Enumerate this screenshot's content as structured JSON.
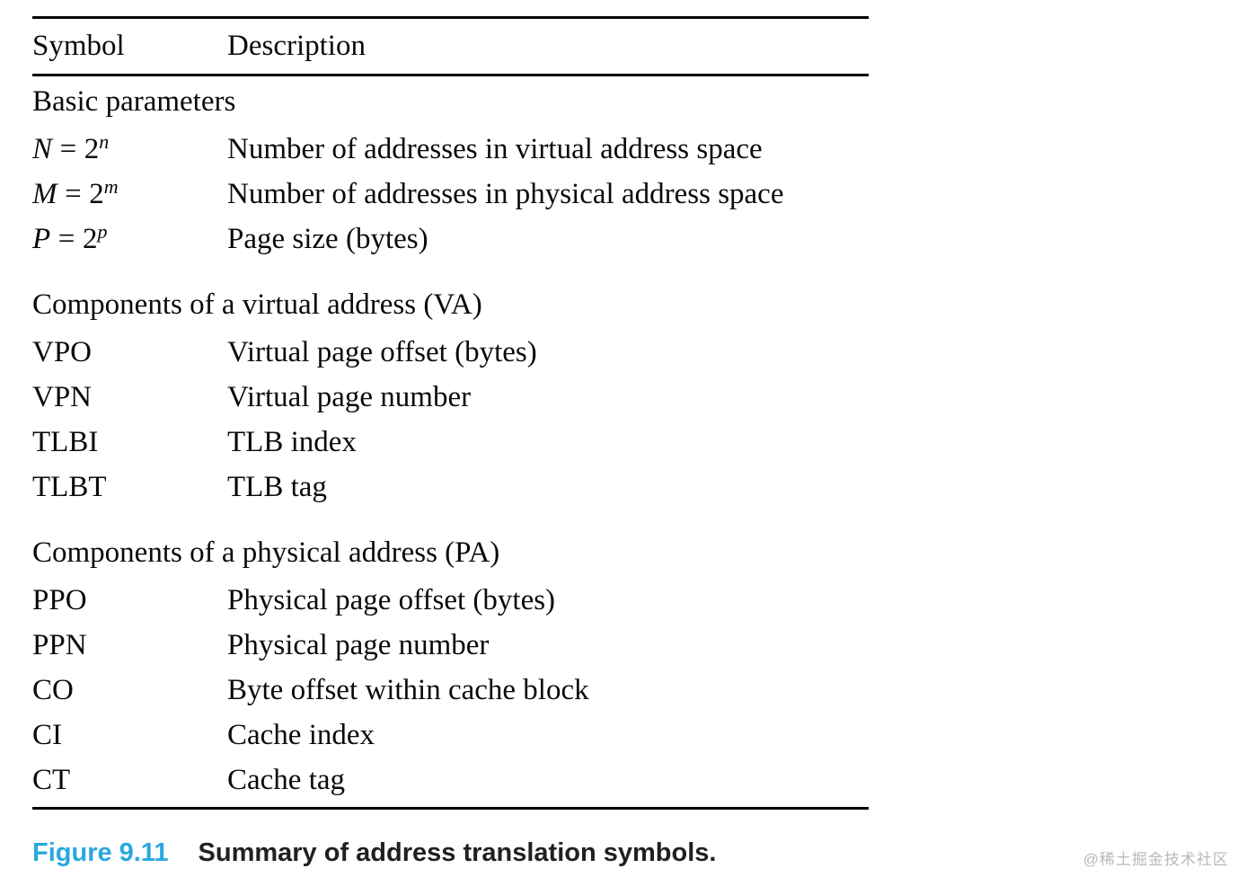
{
  "colors": {
    "text": "#0a0a0a",
    "rule": "#000000",
    "caption_label": "#29a8de",
    "caption_text": "#231f20",
    "watermark": "#b9b9bd"
  },
  "table": {
    "columns": [
      "Symbol",
      "Description"
    ],
    "sections": [
      {
        "heading": "Basic parameters",
        "rows": [
          {
            "sym": {
              "var": "N",
              "rel": "=",
              "base": "2",
              "exp": "n"
            },
            "desc": "Number of addresses in virtual address space"
          },
          {
            "sym": {
              "var": "M",
              "rel": "=",
              "base": "2",
              "exp": "m"
            },
            "desc": "Number of addresses in physical address space"
          },
          {
            "sym": {
              "var": "P",
              "rel": "=",
              "base": "2",
              "exp": "p"
            },
            "desc": "Page size (bytes)"
          }
        ]
      },
      {
        "heading": "Components of a virtual address (VA)",
        "rows": [
          {
            "sym": "VPO",
            "desc": "Virtual page offset (bytes)"
          },
          {
            "sym": "VPN",
            "desc": "Virtual page number"
          },
          {
            "sym": "TLBI",
            "desc": "TLB index"
          },
          {
            "sym": "TLBT",
            "desc": "TLB tag"
          }
        ]
      },
      {
        "heading": "Components of a physical address (PA)",
        "rows": [
          {
            "sym": "PPO",
            "desc": "Physical page offset (bytes)"
          },
          {
            "sym": "PPN",
            "desc": "Physical page number"
          },
          {
            "sym": "CO",
            "desc": "Byte offset within cache block"
          },
          {
            "sym": "CI",
            "desc": "Cache index"
          },
          {
            "sym": "CT",
            "desc": "Cache tag"
          }
        ]
      }
    ]
  },
  "caption": {
    "label": "Figure 9.11",
    "text": "Summary of address translation symbols."
  },
  "watermark": "@稀土掘金技术社区"
}
